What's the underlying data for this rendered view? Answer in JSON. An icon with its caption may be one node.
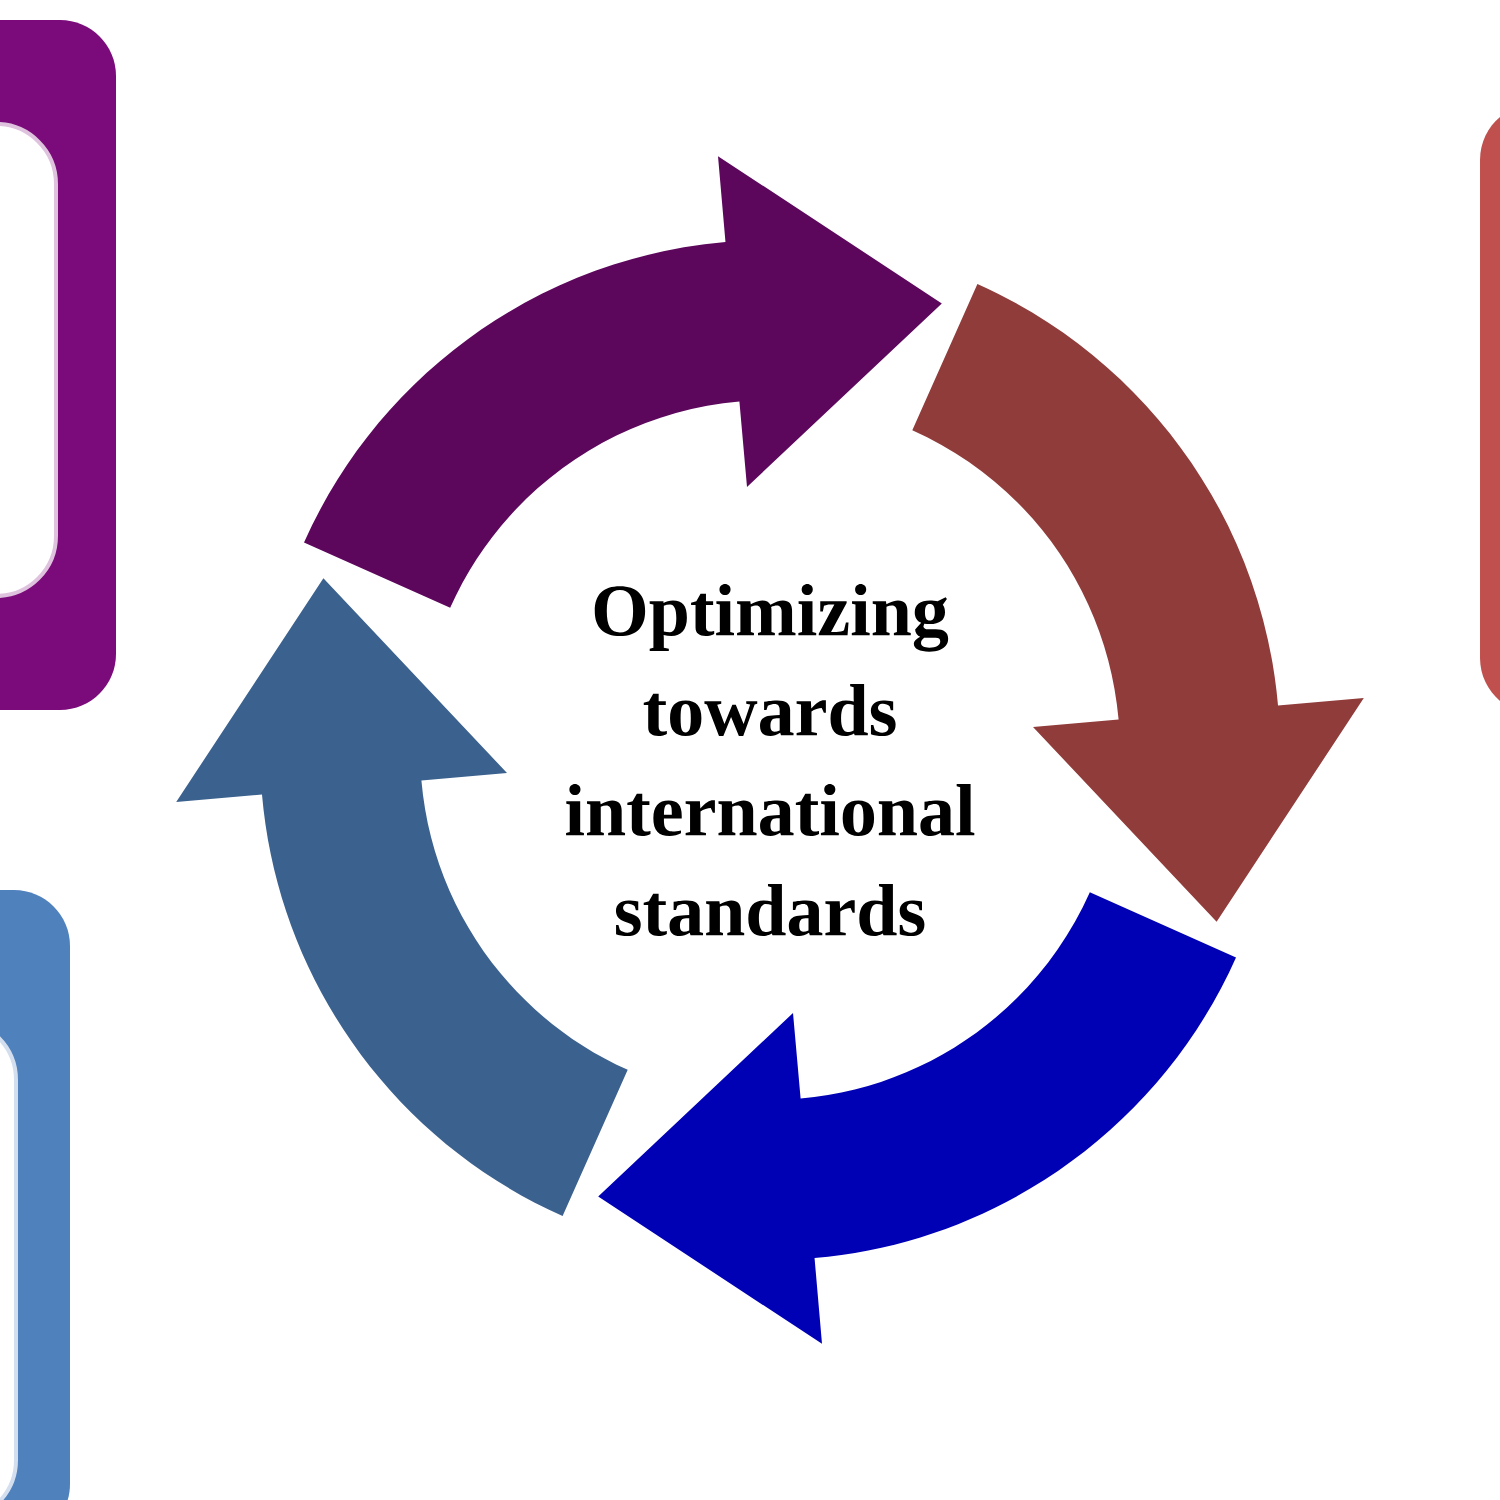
{
  "diagram": {
    "nodes": [
      {
        "text": [],
        "shape": "box"
      },
      {
        "text": [],
        "shape": "box"
      },
      {
        "text": [],
        "shape": "box"
      }
    ],
    "labels": [
      "Optimizing towards international standards"
    ]
  }
}
